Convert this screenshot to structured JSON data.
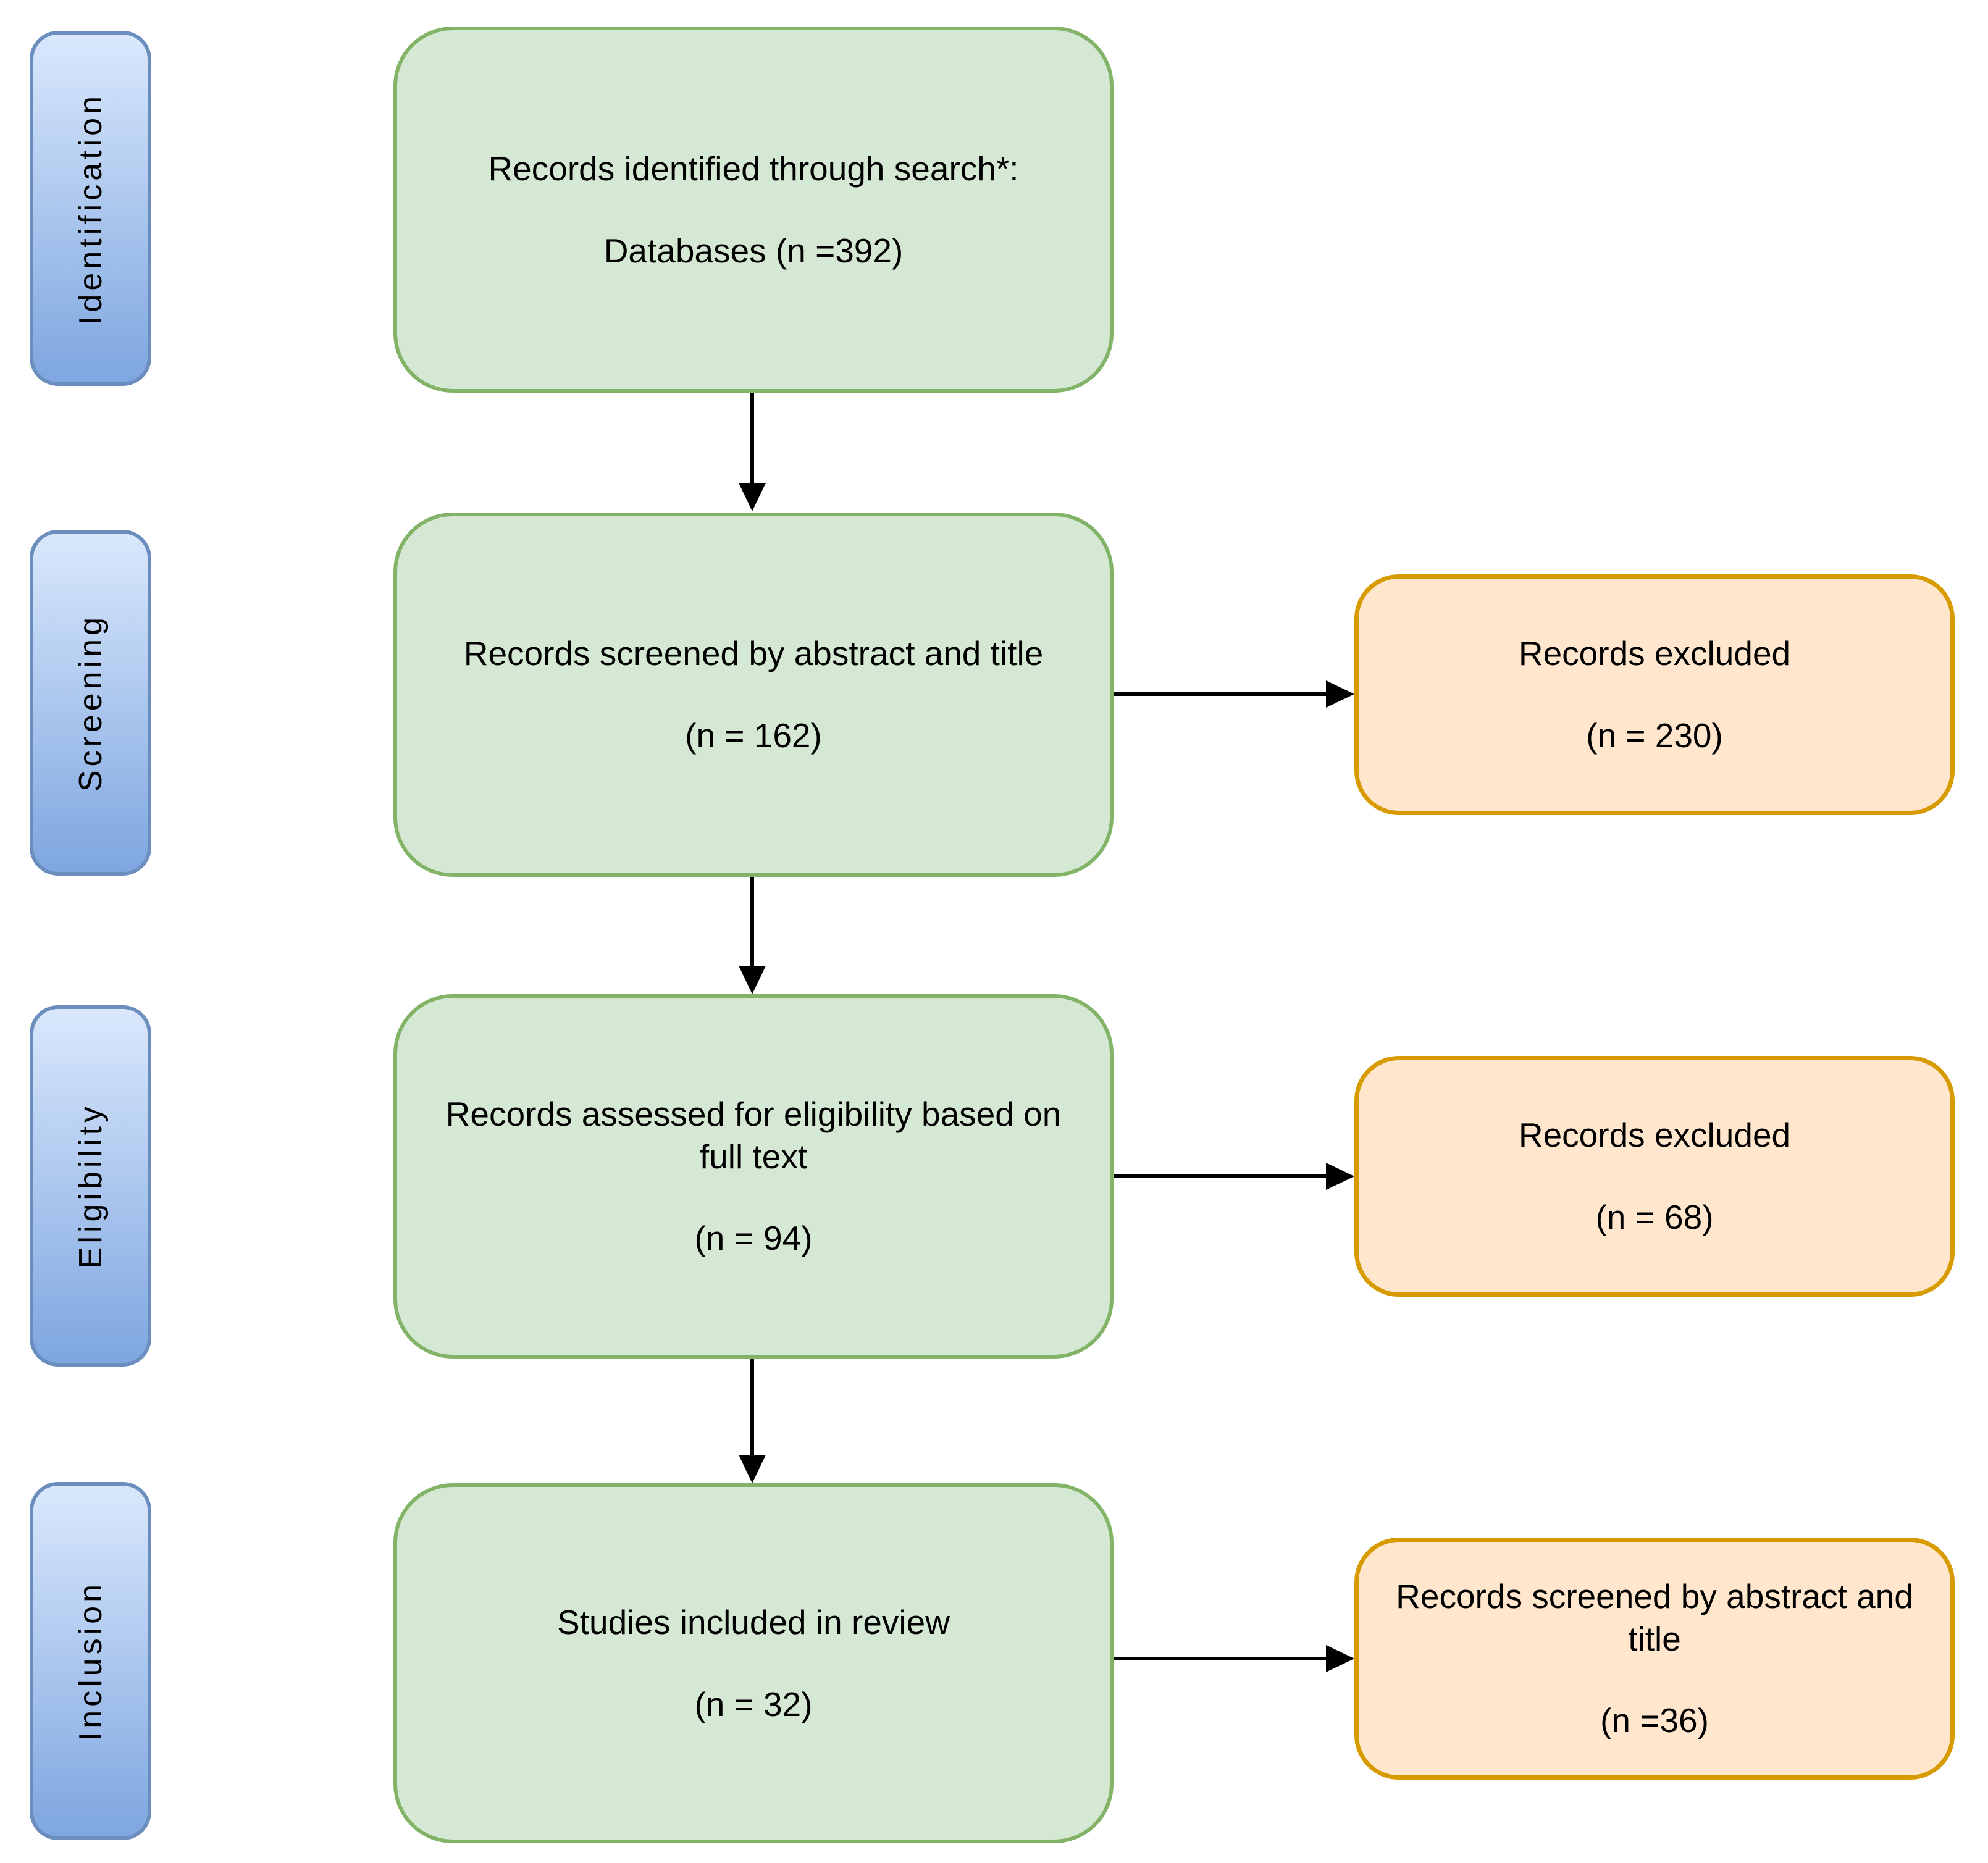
{
  "stages": [
    {
      "label": "Identification"
    },
    {
      "label": "Screening"
    },
    {
      "label": "Eligibility"
    },
    {
      "label": "Inclusion"
    }
  ],
  "main_boxes": [
    {
      "text": "Records identified through search*:",
      "count": "Databases (n =392)"
    },
    {
      "text": "Records screened by abstract and title",
      "count": "(n = 162)"
    },
    {
      "text": "Records assessed for eligibility based on\nfull text",
      "count": "(n = 94)"
    },
    {
      "text": "Studies included in review",
      "count": "(n = 32)"
    }
  ],
  "side_boxes": [
    {
      "text": "Records excluded",
      "count": "(n = 230)"
    },
    {
      "text": "Records excluded",
      "count": "(n = 68)"
    },
    {
      "text": "Records screened by abstract and\ntitle",
      "count": "(n =36)"
    }
  ],
  "colors": {
    "stage_fill_top": "#dae8fc",
    "stage_fill_bottom": "#7ea6e0",
    "stage_border": "#6c8ebf",
    "main_fill": "#d5e8d4",
    "main_border": "#82b366",
    "side_fill": "#ffe6cc",
    "side_border": "#d79b00",
    "arrow": "#000000",
    "text": "#000000"
  }
}
